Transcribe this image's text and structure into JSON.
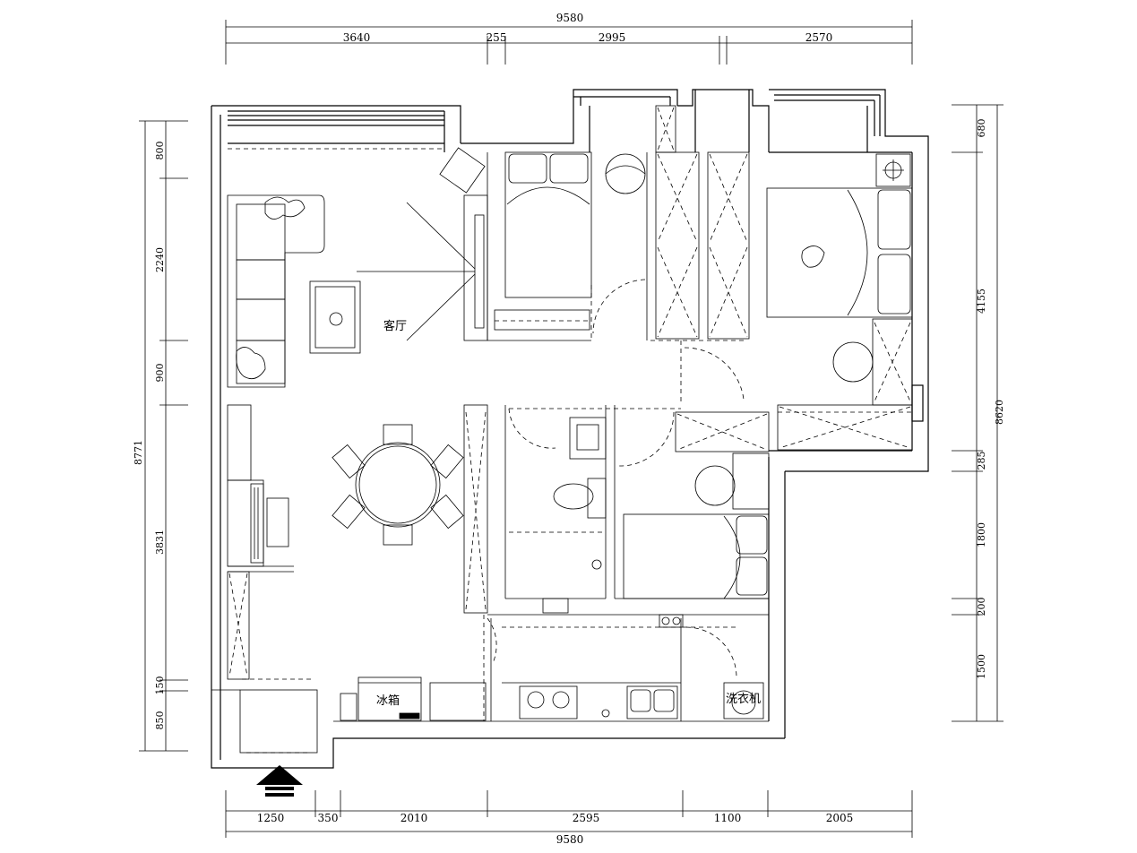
{
  "dimensions": {
    "top_total": "9580",
    "top_segments": [
      "3640",
      "255",
      "2995",
      "2570"
    ],
    "bottom_total": "9580",
    "bottom_segments": [
      "1250",
      "350",
      "2010",
      "2595",
      "1100",
      "2005"
    ],
    "left_total": "8771",
    "left_segments": [
      "800",
      "2240",
      "900",
      "3831",
      "150",
      "850"
    ],
    "right_total": "8620",
    "right_segments": [
      "680",
      "4155",
      "285",
      "1800",
      "200",
      "1500"
    ]
  },
  "rooms": {
    "living_room": "客厅",
    "fridge": "冰箱",
    "washer": "洗衣机"
  },
  "icons": {
    "entry": "entry-arrow-icon"
  }
}
